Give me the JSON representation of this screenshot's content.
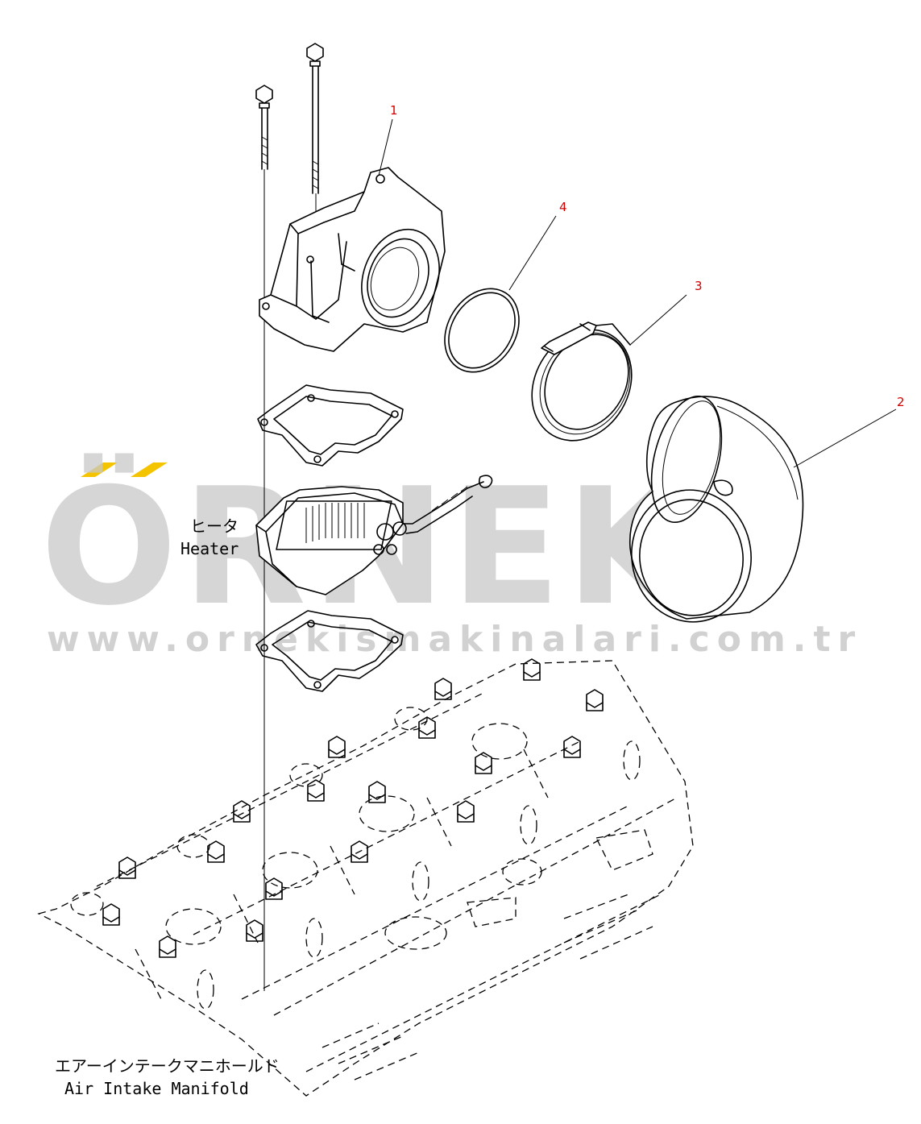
{
  "watermark": {
    "brand": "ÖRNEK",
    "url": "www.ornekismakinalari.com.tr",
    "accent_color": "#f5c400",
    "color": "#c9c9c9"
  },
  "callouts": [
    {
      "number": "1",
      "part": "air-intake-connector"
    },
    {
      "number": "2",
      "part": "intake-elbow-pipe"
    },
    {
      "number": "3",
      "part": "v-band-clamp"
    },
    {
      "number": "4",
      "part": "o-ring"
    }
  ],
  "labels": {
    "heater_jp": "ヒータ",
    "heater_en": "Heater",
    "manifold_jp": "エアーインテークマニホールド",
    "manifold_en": "Air Intake Manifold"
  },
  "colors": {
    "callout": "#d00000",
    "line": "#000000",
    "background": "#ffffff"
  }
}
